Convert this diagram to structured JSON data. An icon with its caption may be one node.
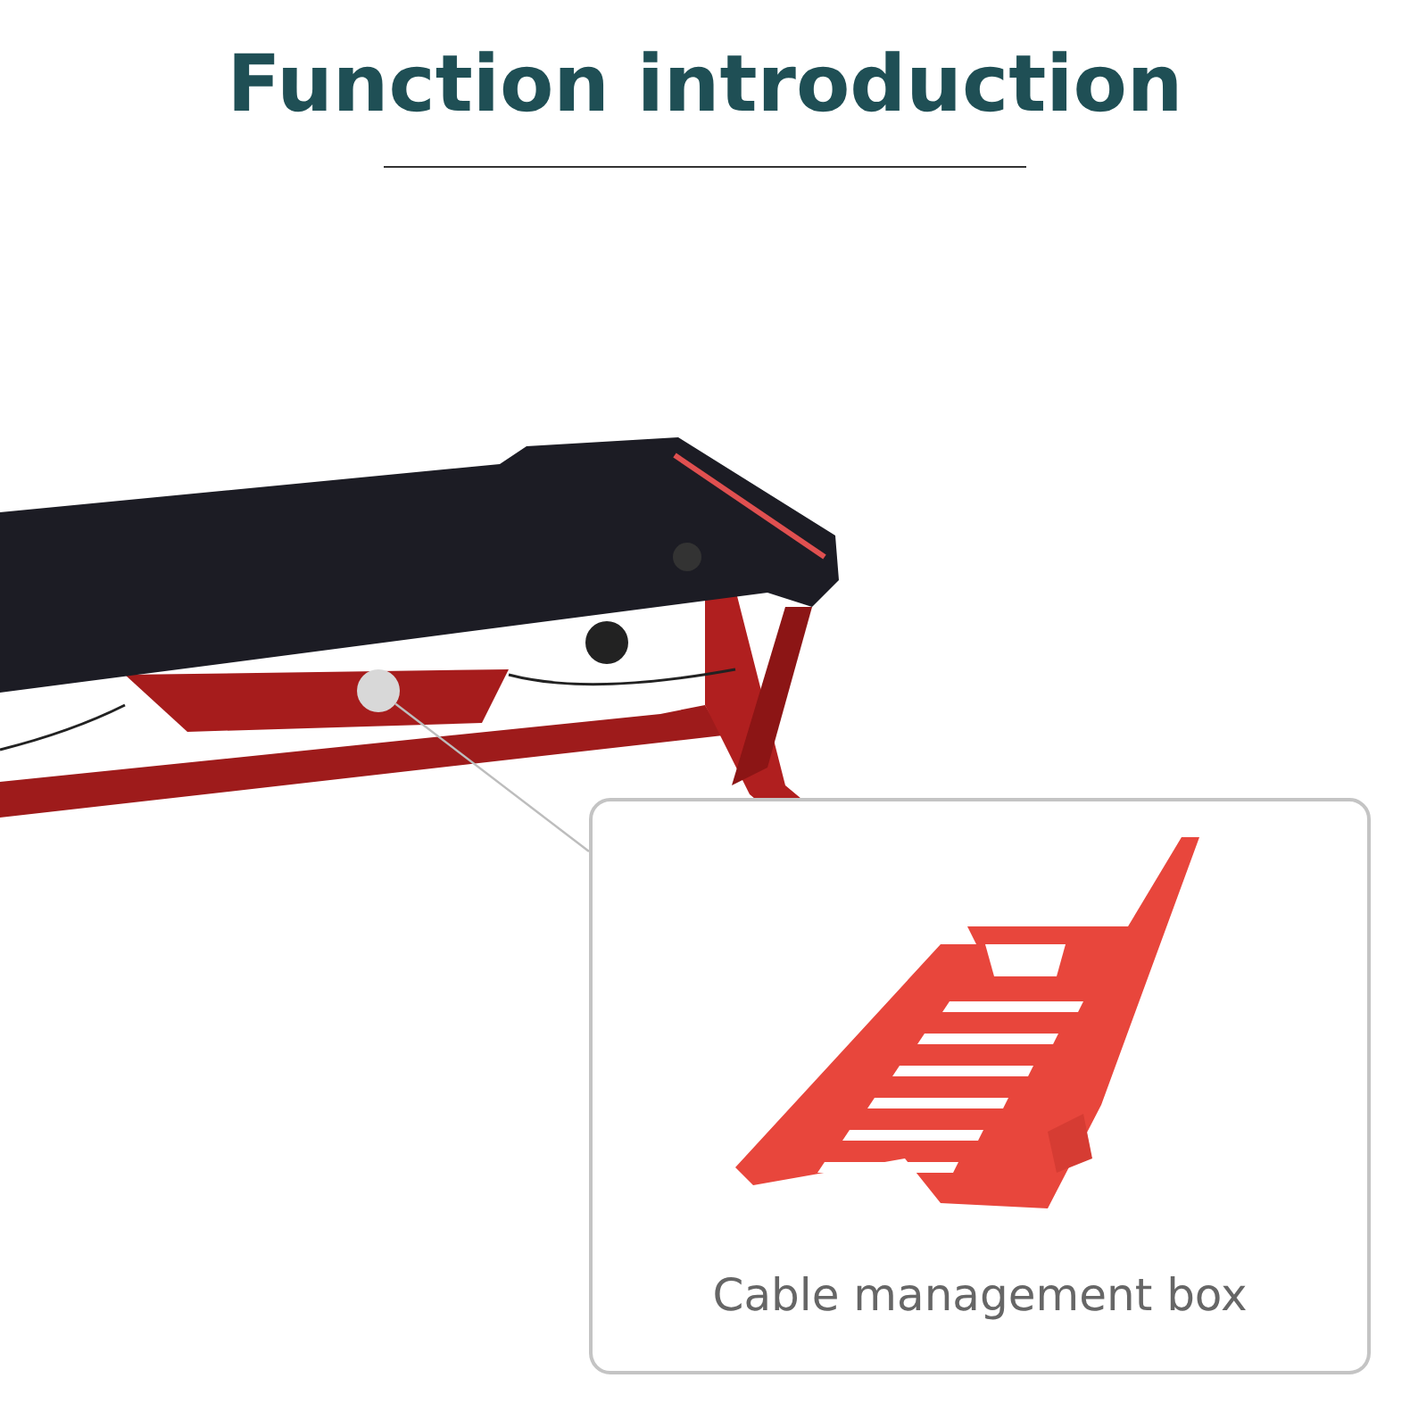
{
  "diagram": {
    "title": "Function introduction",
    "nodes": [
      {
        "text": [],
        "shape": "circle"
      },
      {
        "text": [
          "Cable management box"
        ]
      }
    ],
    "edges": [
      {
        "from": 0,
        "to": 1,
        "arrow": "none"
      }
    ]
  }
}
